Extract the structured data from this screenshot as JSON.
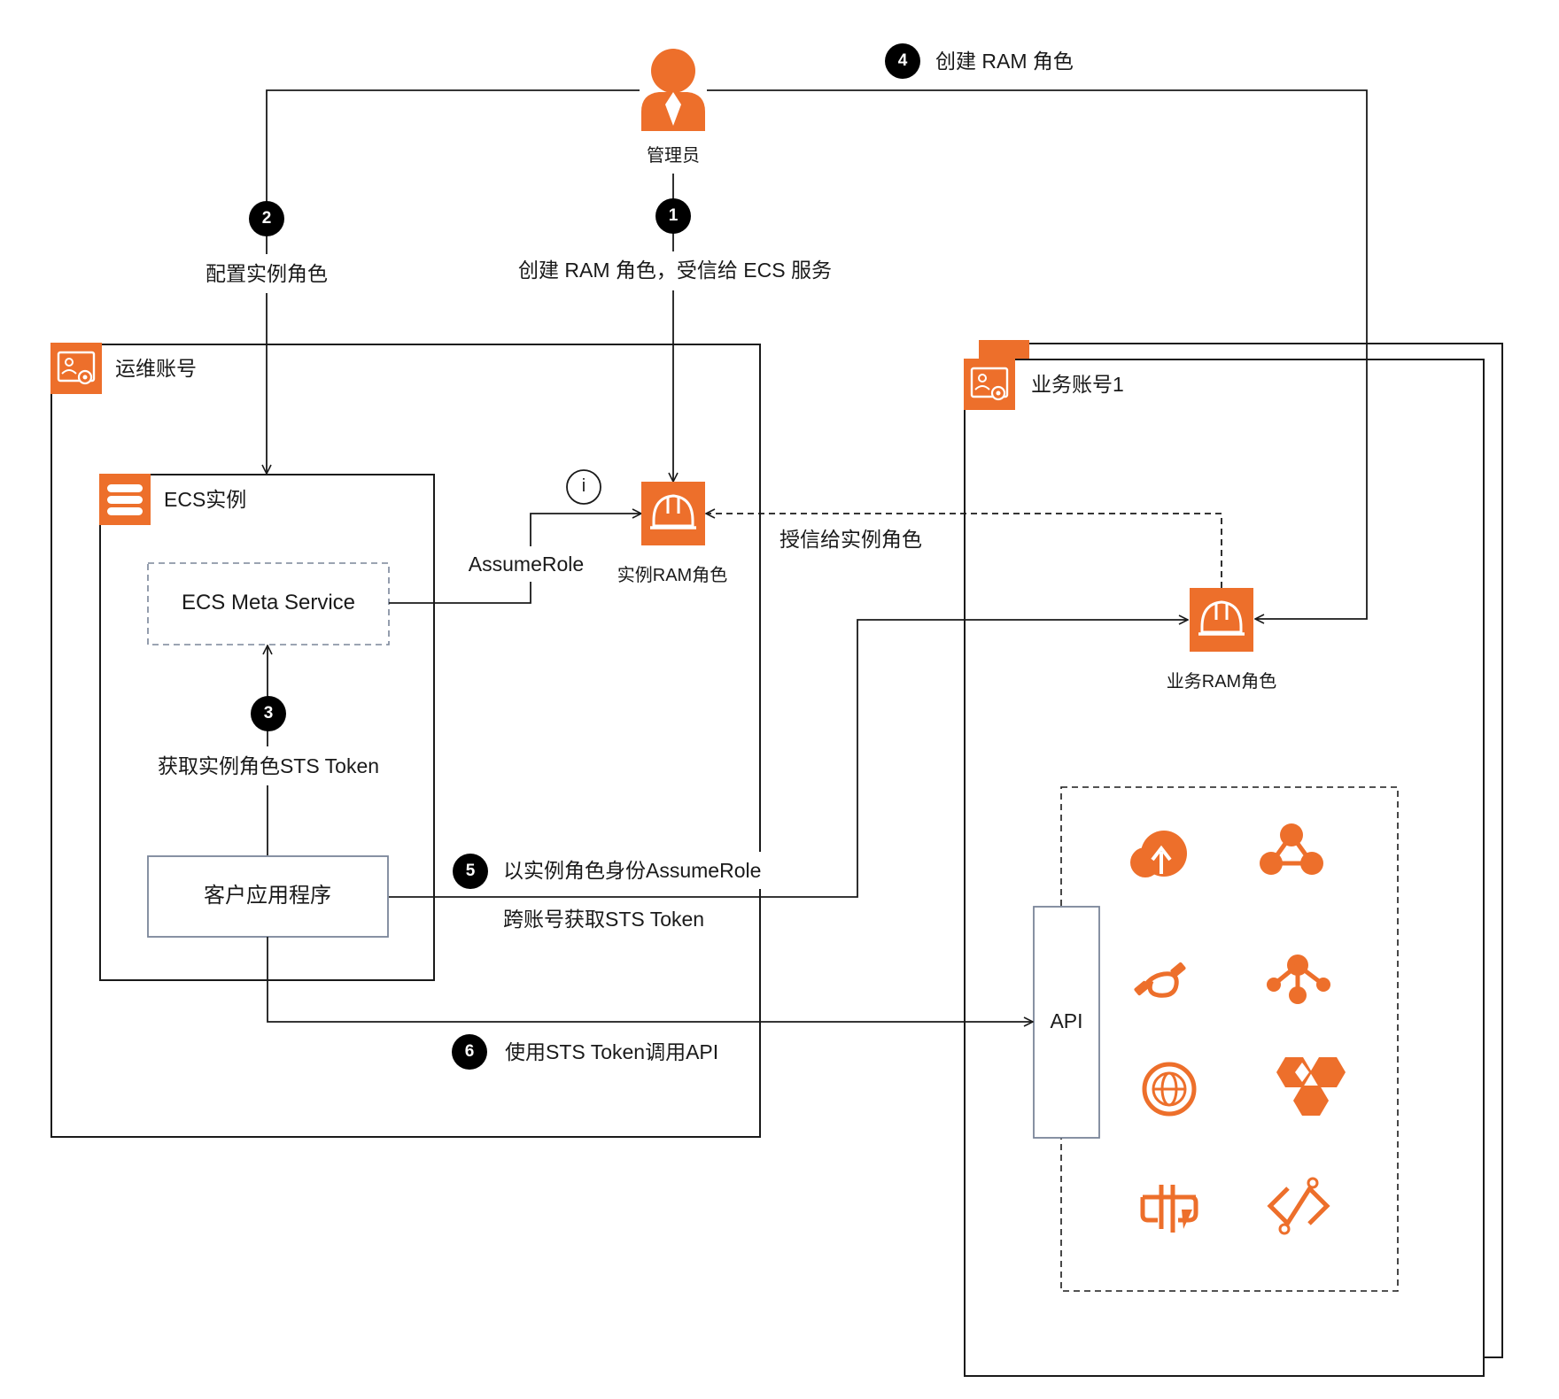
{
  "people": {
    "admin_label": "管理员"
  },
  "steps": {
    "step1": {
      "num": "1",
      "text": "创建 RAM 角色，受信给 ECS 服务"
    },
    "step2": {
      "num": "2",
      "text": "配置实例角色"
    },
    "step3": {
      "num": "3",
      "text": "获取实例角色STS Token"
    },
    "step4": {
      "num": "4",
      "text": "创建 RAM 角色"
    },
    "step5": {
      "num": "5",
      "text": "以实例角色身份AssumeRole",
      "text2": "跨账号获取STS Token"
    },
    "step6": {
      "num": "6",
      "text": "使用STS Token调用API"
    }
  },
  "ops_account": {
    "title": "运维账号",
    "ecs_instance": "ECS实例",
    "meta_service": "ECS Meta Service",
    "client_app": "客户应用程序",
    "assume_role": "AssumeRole",
    "info_mark": "i",
    "instance_role": "实例RAM角色"
  },
  "biz_account": {
    "title": "业务账号1",
    "trust_label": "授信给实例角色",
    "biz_role": "业务RAM角色",
    "api_label": "API"
  },
  "colors": {
    "accent": "#ED6F2B",
    "line": "#1a1a1a",
    "box_border": "#7a8599"
  }
}
